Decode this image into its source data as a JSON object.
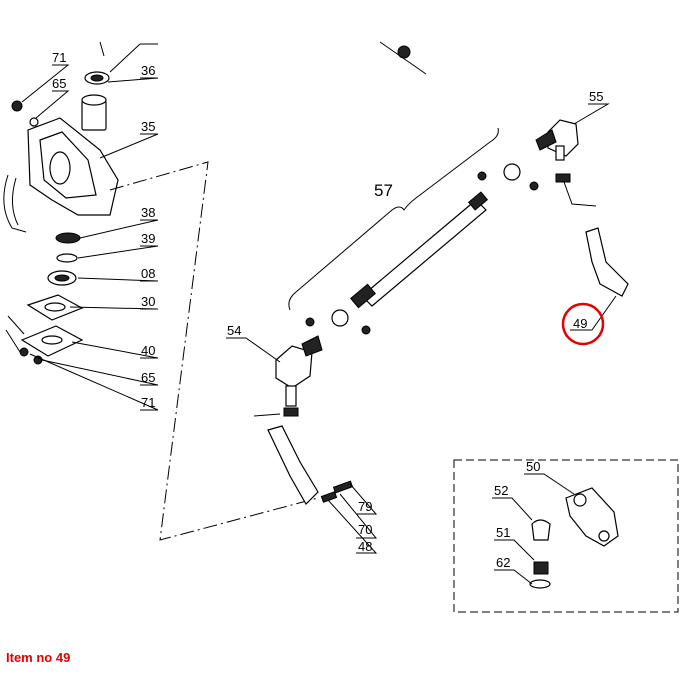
{
  "caption": "Item no 49",
  "highlight_color": "#e60000",
  "highlighted_item": "49",
  "labels": {
    "p71a": "71",
    "p65a": "65",
    "p36": "36",
    "p35": "35",
    "p38": "38",
    "p39": "39",
    "p08": "08",
    "p30": "30",
    "p40": "40",
    "p65b": "65",
    "p71b": "71",
    "p57": "57",
    "p55": "55",
    "p54": "54",
    "p49": "49",
    "p79": "79",
    "p70": "70",
    "p48": "48",
    "p50": "50",
    "p52": "52",
    "p51": "51",
    "p62": "62"
  }
}
